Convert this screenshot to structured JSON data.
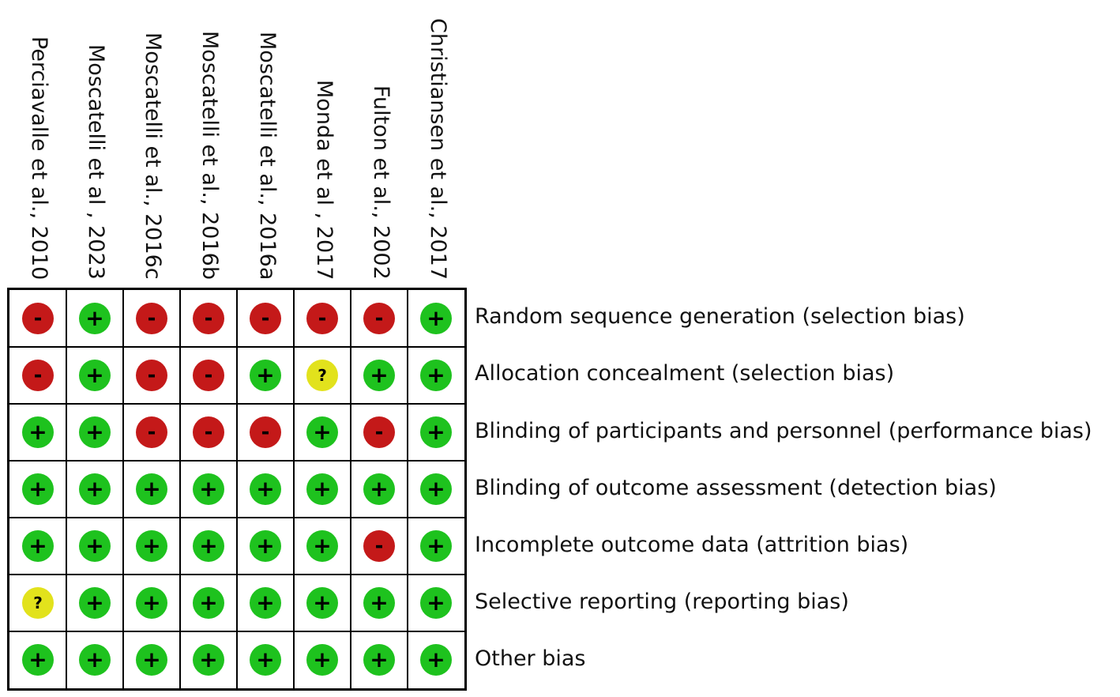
{
  "studies": [
    "Perciavalle et al., 2010",
    "Moscatelli et al , 2023",
    "Moscatelli et al., 2016c",
    "Moscatelli et al., 2016b",
    "Moscatelli et al., 2016a",
    "Monda et al , 2017",
    "Fulton et al., 2002",
    "Christiansen et al., 2017"
  ],
  "domains": [
    "Random sequence generation (selection bias)",
    "Allocation concealment (selection bias)",
    "Blinding of participants and personnel (performance bias)",
    "Blinding of outcome assessment (detection bias)",
    "Incomplete outcome data (attrition bias)",
    "Selective reporting (reporting bias)",
    "Other bias"
  ],
  "judgements": [
    [
      "high",
      "low",
      "high",
      "high",
      "high",
      "high",
      "high",
      "low"
    ],
    [
      "high",
      "low",
      "high",
      "high",
      "low",
      "unclear",
      "low",
      "low"
    ],
    [
      "low",
      "low",
      "high",
      "high",
      "high",
      "low",
      "high",
      "low"
    ],
    [
      "low",
      "low",
      "low",
      "low",
      "low",
      "low",
      "low",
      "low"
    ],
    [
      "low",
      "low",
      "low",
      "low",
      "low",
      "low",
      "high",
      "low"
    ],
    [
      "unclear",
      "low",
      "low",
      "low",
      "low",
      "low",
      "low",
      "low"
    ],
    [
      "low",
      "low",
      "low",
      "low",
      "low",
      "low",
      "low",
      "low"
    ]
  ],
  "legend": {
    "low": {
      "symbol": "+",
      "color": "#1ec21e",
      "icon": "plus-icon"
    },
    "high": {
      "symbol": "-",
      "color": "#c41919",
      "icon": "minus-icon"
    },
    "unclear": {
      "symbol": "?",
      "color": "#e2e21c",
      "icon": "question-icon"
    }
  }
}
